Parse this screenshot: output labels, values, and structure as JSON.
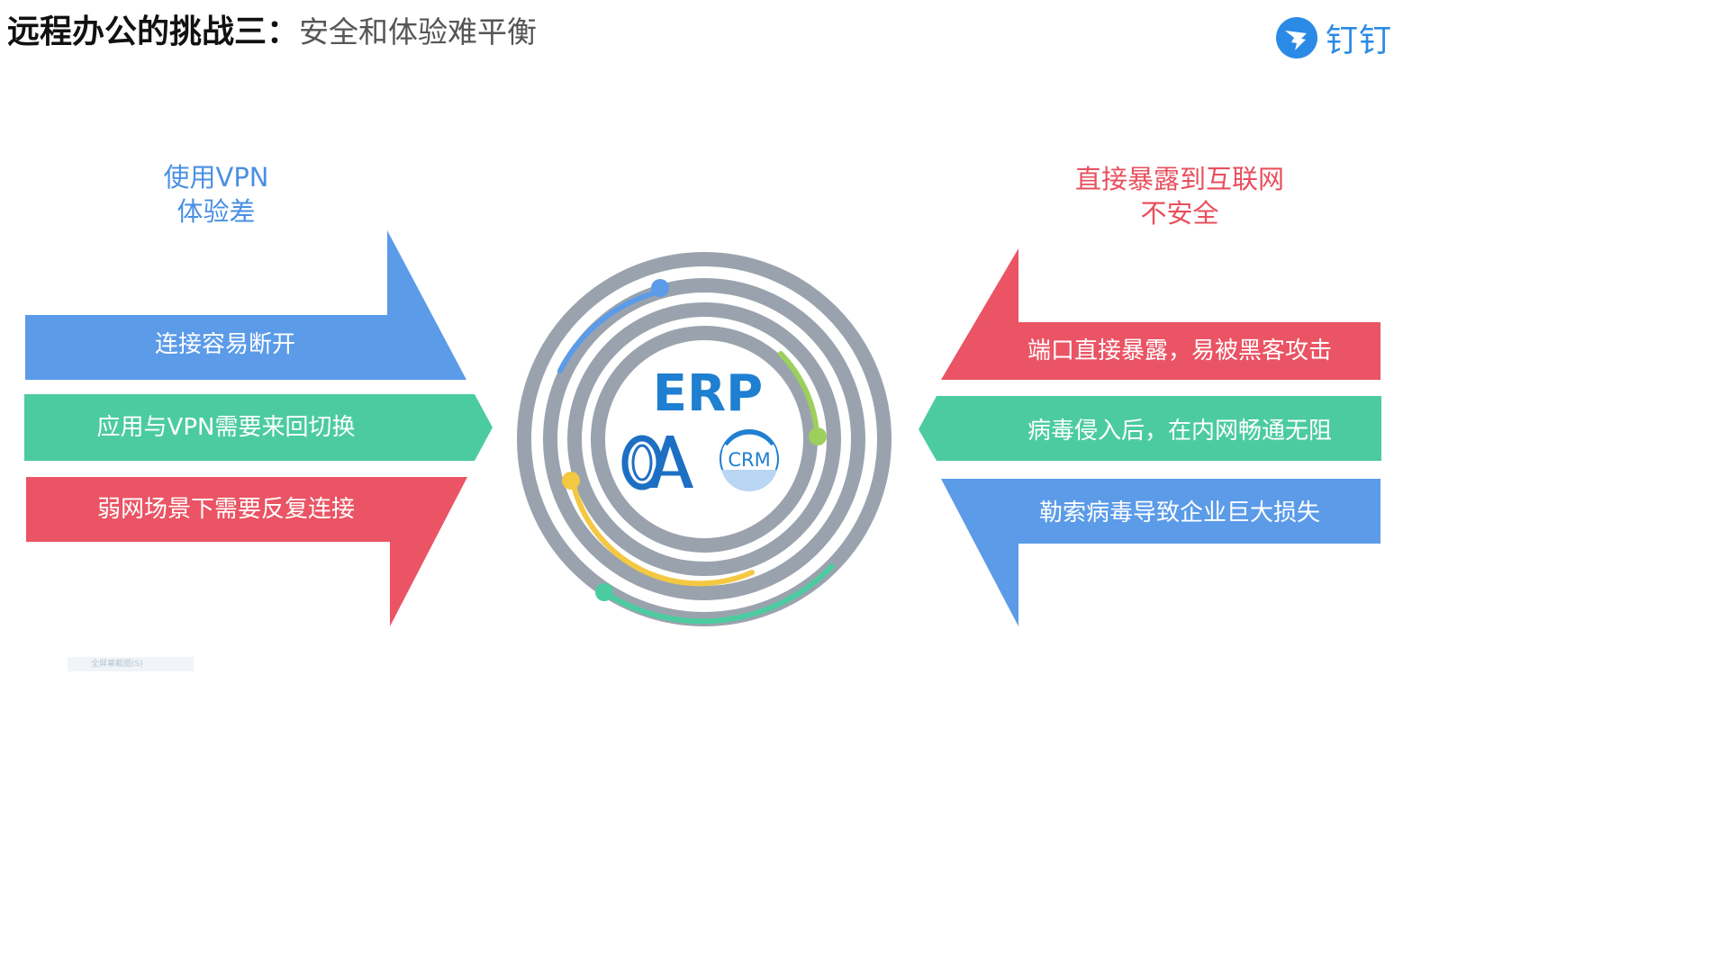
{
  "title": {
    "bold": "远程办公的挑战三：",
    "light": "安全和体验难平衡"
  },
  "logo": {
    "icon": "dingtalk-logo-icon",
    "name": "钉钉",
    "color": "#2b8ae6"
  },
  "left_panel": {
    "caption_line1": "使用VPN",
    "caption_line2": "体验差",
    "items": [
      {
        "label": "连接容易断开",
        "color": "#5b9be8"
      },
      {
        "label": "应用与VPN需要来回切换",
        "color": "#4ccba1"
      },
      {
        "label": "弱网场景下需要反复连接",
        "color": "#ea5464"
      }
    ]
  },
  "right_panel": {
    "caption_line1": "直接暴露到互联网",
    "caption_line2": "不安全",
    "items": [
      {
        "label": "端口直接暴露，易被黑客攻击",
        "color": "#ea5464"
      },
      {
        "label": "病毒侵入后，在内网畅通无阻",
        "color": "#4ccba1"
      },
      {
        "label": "勒索病毒导致企业巨大损失",
        "color": "#5b9be8"
      }
    ]
  },
  "center": {
    "erp": "ERP",
    "oa": "OA",
    "crm": "CRM",
    "ring_color": "#9aa3ad",
    "accent_colors": [
      "#5b9be8",
      "#9ccf5c",
      "#f5c842",
      "#4ccba1"
    ]
  },
  "hud": {
    "text": "全屏幕截图(S)"
  }
}
